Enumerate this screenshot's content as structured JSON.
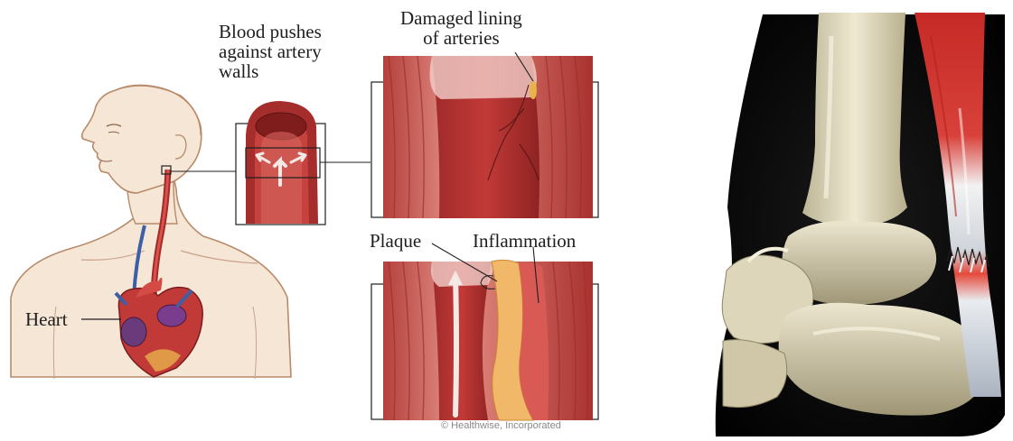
{
  "left_panel": {
    "labels": {
      "blood_pushes": "Blood pushes\nagainst artery\nwalls",
      "damaged_lining": "Damaged lining\nof arteries",
      "plaque": "Plaque",
      "inflammation": "Inflammation",
      "heart": "Heart"
    },
    "copyright": "© Healthwise, Incorporated"
  },
  "right_panel": {
    "subject": "ankle joint with torn tendon"
  },
  "colors": {
    "skin": "#f5e6d6",
    "skin_line": "#b88a6a",
    "artery_red": "#c0393b",
    "artery_light": "#e9a3a0",
    "muscle": "#cf6b66",
    "plaque": "#f1b86a",
    "bone": "#e8e2c8",
    "tendon_red": "#d9312d",
    "background_dark": "#0c0c0c"
  }
}
